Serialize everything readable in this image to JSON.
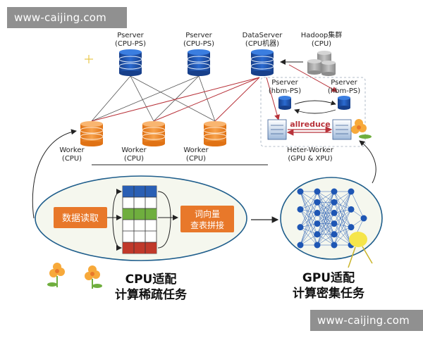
{
  "watermark": {
    "top": "www-caijing.com",
    "bottom": "www-caijing.com"
  },
  "servers": {
    "pserver1": {
      "name": "Pserver",
      "sub": "(CPU-PS)"
    },
    "pserver2": {
      "name": "Pserver",
      "sub": "(CPU-PS)"
    },
    "dataserver": {
      "name": "DataServer",
      "sub": "(CPU机器)"
    },
    "hadoop": {
      "name": "Hadoop集群",
      "sub": "(CPU)"
    },
    "hbm1": {
      "name": "Pserver",
      "sub": "(hbm-PS)"
    },
    "hbm2": {
      "name": "Pserver",
      "sub": "(hbm-PS)"
    }
  },
  "workers": {
    "w1": {
      "name": "Worker",
      "sub": "(CPU)"
    },
    "w2": {
      "name": "Worker",
      "sub": "(CPU)"
    },
    "w3": {
      "name": "Worker",
      "sub": "(CPU)"
    },
    "hetero": {
      "name": "Heter-Worker",
      "sub": "(GPU & XPU)"
    }
  },
  "allreduce": "allreduce",
  "boxes": {
    "read": "数据读取",
    "vector_line1": "词向量",
    "vector_line2": "查表拼接"
  },
  "captions": {
    "cpu_line1": "CPU适配",
    "cpu_line2": "计算稀疏任务",
    "gpu_line1": "GPU适配",
    "gpu_line2": "计算密集任务"
  },
  "colors": {
    "ps_blue": "#1e56b4",
    "worker_orange": "#f08a2a",
    "hadoop_gray": "#a8a8a8",
    "box_orange": "#e8782a",
    "ellipse_border": "#1f5e8c",
    "ellipse_fill": "#f5f7ee",
    "red_line": "#b8323a"
  }
}
